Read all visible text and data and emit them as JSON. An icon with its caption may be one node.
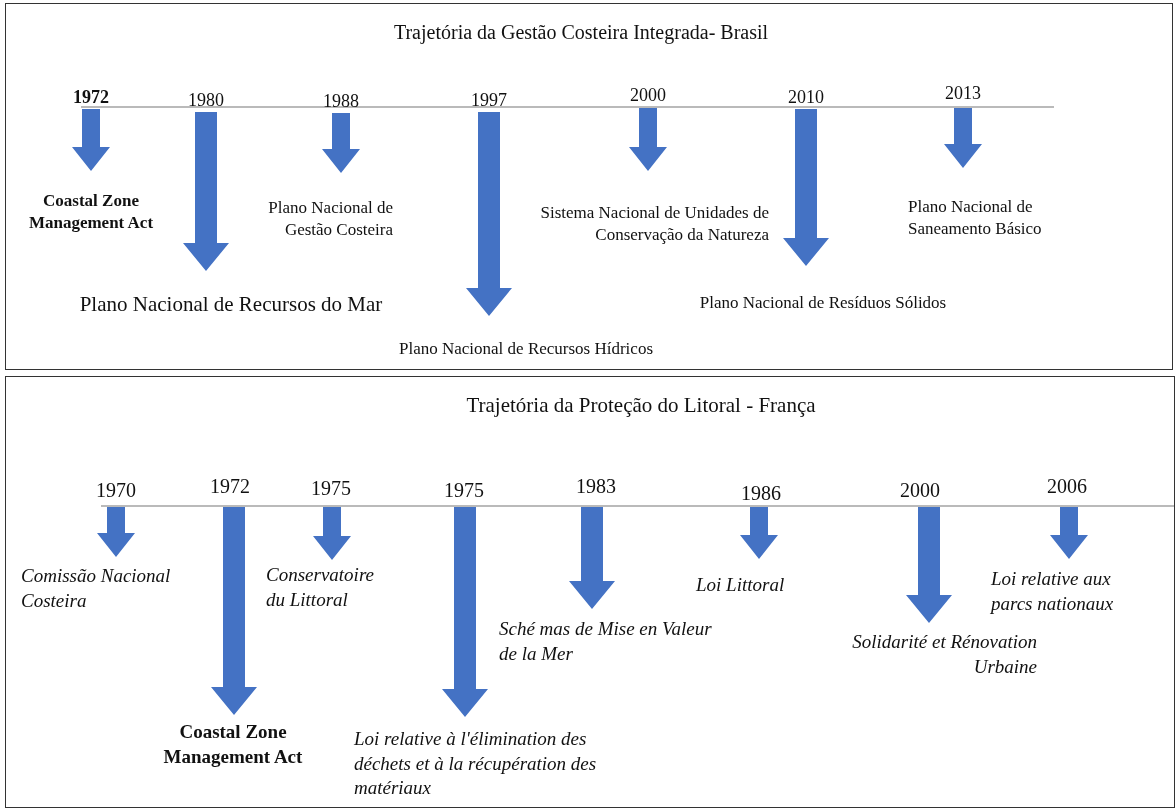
{
  "diagram": {
    "nodes": [
      {
        "text": [
          "Trajetória da Gestão Costeira Integrada- Brasil"
        ]
      },
      {
        "text": [
          "1972"
        ],
        "in": 0
      },
      {
        "text": [
          "Coastal Zone Management Act"
        ],
        "in": 0
      },
      {
        "text": [
          "1980"
        ],
        "in": 0
      },
      {
        "text": [
          "Plano Nacional de Recursos do Mar"
        ],
        "in": 0
      },
      {
        "text": [
          "1988"
        ],
        "in": 0
      },
      {
        "text": [
          "Plano Nacional de Gestão Costeira"
        ],
        "in": 0
      },
      {
        "text": [
          "1997"
        ],
        "in": 0
      },
      {
        "text": [
          "Plano Nacional de Recursos Hídricos"
        ],
        "in": 0
      },
      {
        "text": [
          "2000"
        ],
        "in": 0
      },
      {
        "text": [
          "Sistema Nacional de Unidades de Conservação da Natureza"
        ],
        "in": 0
      },
      {
        "text": [
          "2010"
        ],
        "in": 0
      },
      {
        "text": [
          "Plano Nacional de Resíduos Sólidos"
        ],
        "in": 0
      },
      {
        "text": [
          "2013"
        ],
        "in": 0
      },
      {
        "text": [
          "Plano Nacional de Saneamento Básico"
        ],
        "in": 0
      },
      {
        "text": [
          "Trajetória da Proteção do Litoral - França"
        ]
      },
      {
        "text": [
          "1970"
        ],
        "in": 15
      },
      {
        "text": [
          "Comissão Nacional Costeira"
        ],
        "in": 15
      },
      {
        "text": [
          "1972"
        ],
        "in": 15
      },
      {
        "text": [
          "Coastal Zone Management Act"
        ],
        "in": 15
      },
      {
        "text": [
          "1975"
        ],
        "in": 15
      },
      {
        "text": [
          "Conservatoire du Littoral"
        ],
        "in": 15
      },
      {
        "text": [
          "1975"
        ],
        "in": 15
      },
      {
        "text": [
          "Loi relative à l'élimination des déchets et à la récupération des matériaux"
        ],
        "in": 15
      },
      {
        "text": [
          "1983"
        ],
        "in": 15
      },
      {
        "text": [
          "Sché mas de Mise en Valeur de la Mer"
        ],
        "in": 15
      },
      {
        "text": [
          "1986"
        ],
        "in": 15
      },
      {
        "text": [
          "Loi Littoral"
        ],
        "in": 15
      },
      {
        "text": [
          "2000"
        ],
        "in": 15
      },
      {
        "text": [
          "Solidarité et Rénovation Urbaine"
        ],
        "in": 15
      },
      {
        "text": [
          "2006"
        ],
        "in": 15
      },
      {
        "text": [
          "Loi relative aux parcs nationaux"
        ],
        "in": 15
      }
    ],
    "edges": [
      {
        "from": 1,
        "to": 2,
        "arrow": "to"
      },
      {
        "from": 3,
        "to": 4,
        "arrow": "to"
      },
      {
        "from": 5,
        "to": 6,
        "arrow": "to"
      },
      {
        "from": 7,
        "to": 8,
        "arrow": "to"
      },
      {
        "from": 9,
        "to": 10,
        "arrow": "to"
      },
      {
        "from": 11,
        "to": 12,
        "arrow": "to"
      },
      {
        "from": 13,
        "to": 14,
        "arrow": "to"
      },
      {
        "from": 16,
        "to": 17,
        "arrow": "to"
      },
      {
        "from": 18,
        "to": 19,
        "arrow": "to"
      },
      {
        "from": 20,
        "to": 21,
        "arrow": "to"
      },
      {
        "from": 22,
        "to": 23,
        "arrow": "to"
      },
      {
        "from": 24,
        "to": 25,
        "arrow": "to"
      },
      {
        "from": 26,
        "to": 27,
        "arrow": "to"
      },
      {
        "from": 28,
        "to": 29,
        "arrow": "to"
      },
      {
        "from": 30,
        "to": 31,
        "arrow": "to"
      }
    ]
  }
}
